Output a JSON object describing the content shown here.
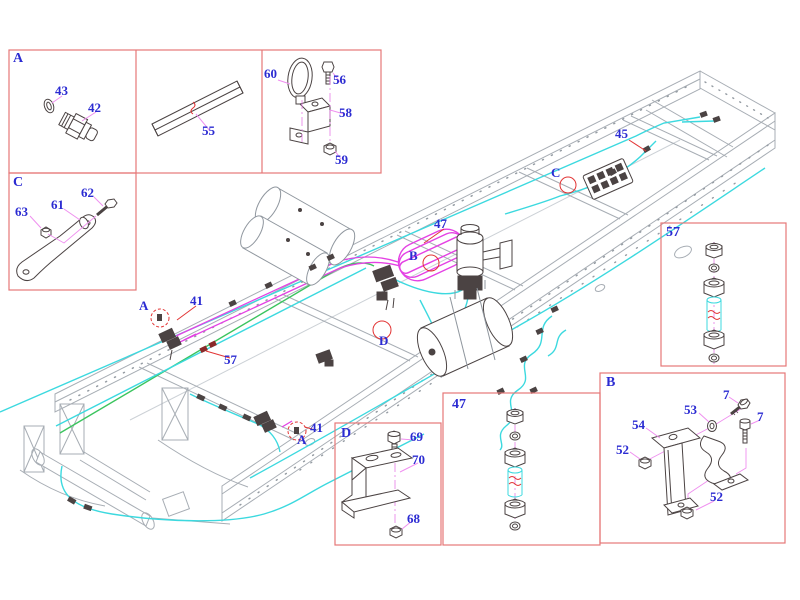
{
  "figure": {
    "description": "Truck chassis air piping exploded parts diagram",
    "background": "#ffffff"
  },
  "colors": {
    "box_border": "#e57777",
    "label_text": "#2b2bd2",
    "leader_pink": "#ef8fef",
    "leader_red": "#e23434",
    "chassis_gray": "#a7adb4",
    "part_dark": "#4b4343",
    "line_cyan": "#3cd9df",
    "line_green": "#3bc45e",
    "line_magenta": "#e441e4"
  },
  "boxes": {
    "a": {
      "title": "A"
    },
    "c": {
      "title": "C"
    },
    "d": {
      "title": "D"
    },
    "b": {
      "title": "B"
    },
    "h57": {
      "title": "57"
    },
    "h47": {
      "title": "47"
    }
  },
  "box_parts": {
    "p43": "43",
    "p42": "42",
    "p55": "55",
    "p60": "60",
    "p56": "56",
    "p58": "58",
    "p59": "59",
    "p63": "63",
    "p61": "61",
    "p62": "62",
    "p69": "69",
    "p70": "70",
    "p68": "68",
    "p7a": "7",
    "p53": "53",
    "p7b": "7",
    "p54": "54",
    "p52a": "52",
    "p52b": "52"
  },
  "chassis_callouts": {
    "c45": "45",
    "cC": "C",
    "c47": "47",
    "cB": "B",
    "cD": "D",
    "cA1": "A",
    "c41a": "41",
    "c57": "57",
    "c41b": "41",
    "cA2": "A"
  }
}
